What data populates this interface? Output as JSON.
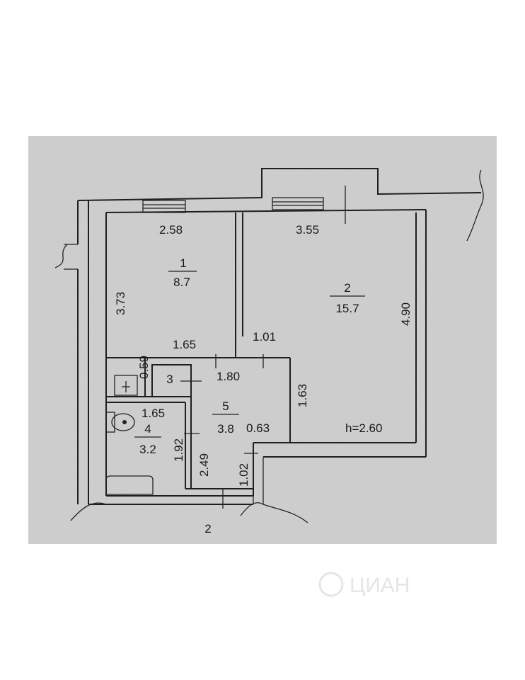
{
  "rooms": [
    {
      "number": "1",
      "area": "8.7"
    },
    {
      "number": "2",
      "area": "15.7"
    },
    {
      "number": "3"
    },
    {
      "number": "4",
      "area": "3.2"
    },
    {
      "number": "5",
      "area": "3.8"
    }
  ],
  "dimensions": {
    "room1_width": "2.58",
    "room2_width": "3.55",
    "room1_depth": "3.73",
    "room2_depth": "4.90",
    "room1_bottom": "1.65",
    "partition": "1.01",
    "toilet_height": "0.59",
    "hall_width": "1.80",
    "hall_right": "1.63",
    "bath_width": "1.65",
    "bath_height": "1.92",
    "hall_left": "2.49",
    "door_offset": "0.63",
    "ceiling_height": "h=2.60",
    "entry_depth": "1.02"
  },
  "floor_label": "2",
  "watermark": "ЦИАН"
}
